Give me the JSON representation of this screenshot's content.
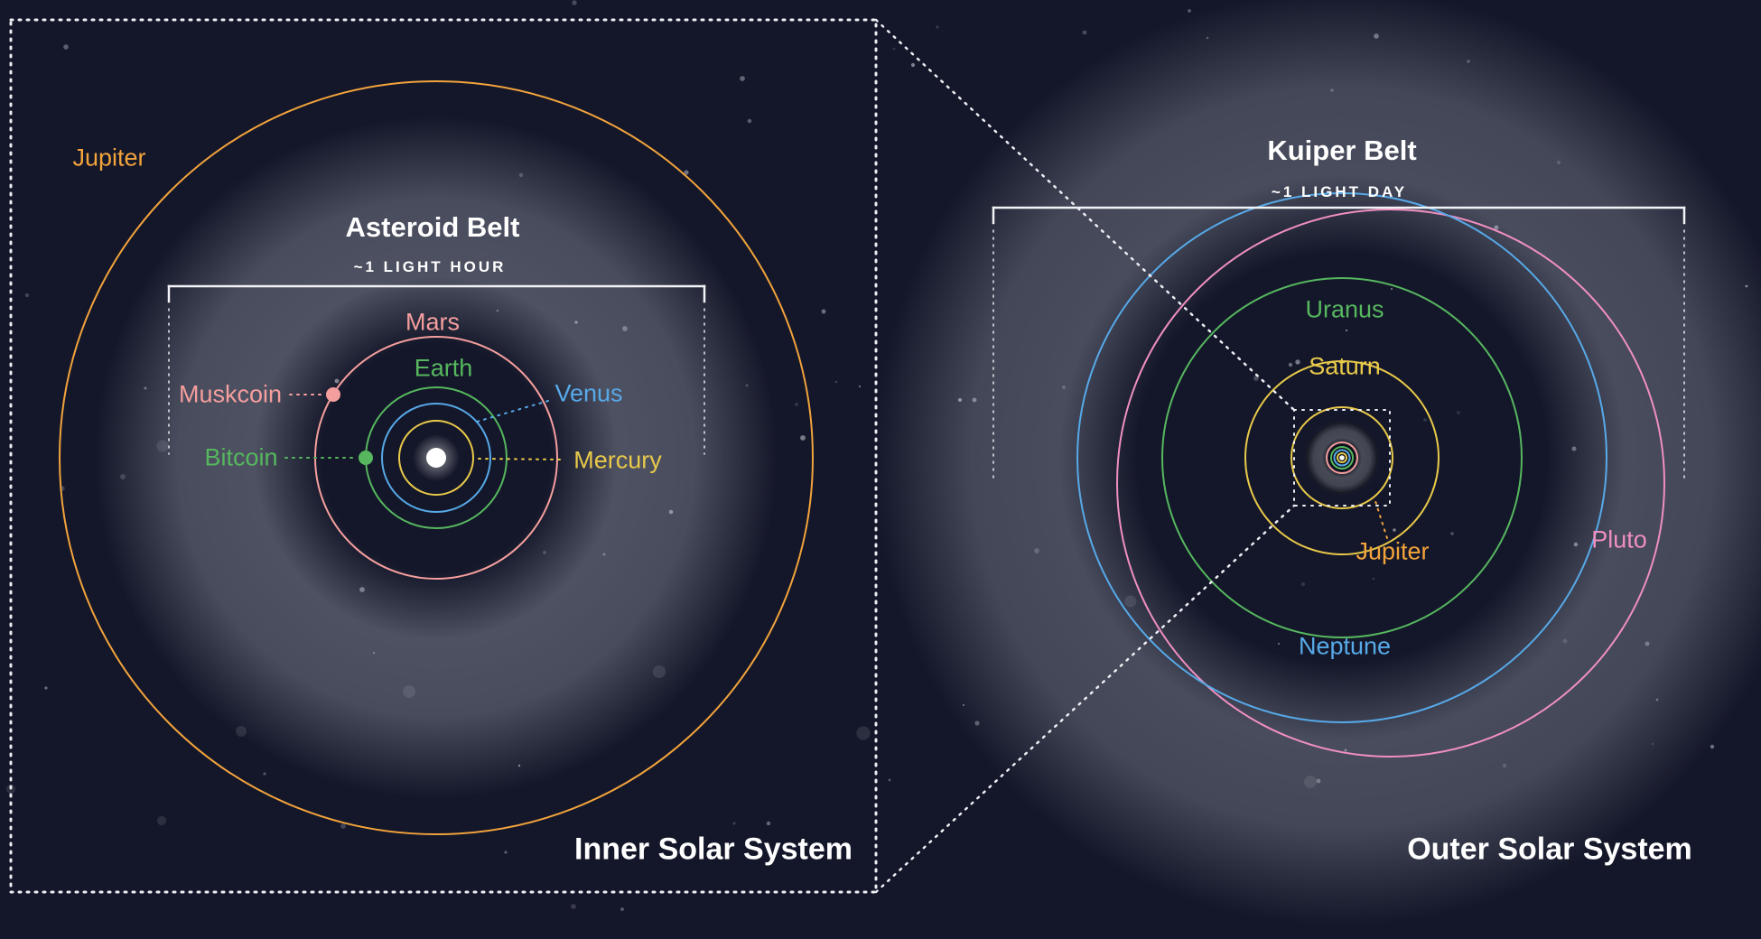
{
  "colors": {
    "background": "#141729",
    "white": "#ffffff",
    "yellow": "#e8c94a",
    "orange": "#f2a33c",
    "green": "#56b75f",
    "blue": "#57a9e8",
    "salmon": "#f59e9e",
    "pink": "#ef8fc0",
    "belt": "#c3c8d4",
    "star": "#d8dce6"
  },
  "inner_panel": {
    "title": "Inner Solar System",
    "belt_label": "Asteroid Belt",
    "belt_scale": "~1 LIGHT HOUR",
    "labels": {
      "jupiter": "Jupiter",
      "mars": "Mars",
      "earth": "Earth",
      "venus": "Venus",
      "mercury": "Mercury",
      "muskcoin": "Muskcoin",
      "bitcoin": "Bitcoin"
    }
  },
  "outer_panel": {
    "title": "Outer Solar System",
    "belt_label": "Kuiper Belt",
    "belt_scale": "~1 LIGHT DAY",
    "labels": {
      "jupiter": "Jupiter",
      "saturn": "Saturn",
      "uranus": "Uranus",
      "neptune": "Neptune",
      "pluto": "Pluto"
    }
  }
}
